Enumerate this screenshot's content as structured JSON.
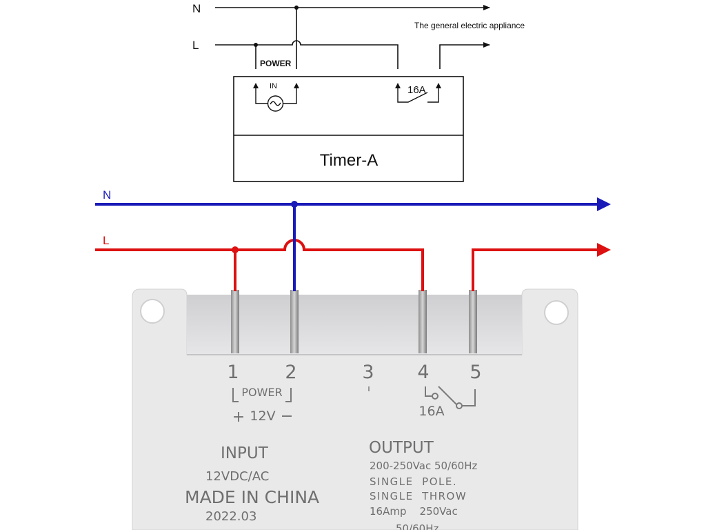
{
  "schematic": {
    "neutral_label": "N",
    "line_label": "L",
    "appliance_label": "The general electric appliance",
    "power_label": "POWER",
    "input_label": "IN",
    "relay_rating": "16A",
    "device_name": "Timer-A"
  },
  "wiring": {
    "neutral_label": "N",
    "line_label": "L",
    "neutral_color": "#1a1ab8",
    "line_color": "#dd1111"
  },
  "device": {
    "terminals": [
      {
        "number": "1"
      },
      {
        "number": "2"
      },
      {
        "number": "3"
      },
      {
        "number": "4"
      },
      {
        "number": "5"
      }
    ],
    "power_label": "POWER",
    "supply_label": "12V",
    "relay_rating": "16A",
    "input": {
      "title": "INPUT",
      "spec": "12VDC/AC",
      "origin": "MADE IN CHINA",
      "date": "2022.03"
    },
    "output": {
      "title": "OUTPUT",
      "voltage": "200-250Vac 50/60Hz",
      "pole": "SINGLE  POLE.",
      "throw": "SINGLE  THROW",
      "rating": "16Amp    250Vac",
      "frequency": "50/60Hz"
    }
  }
}
